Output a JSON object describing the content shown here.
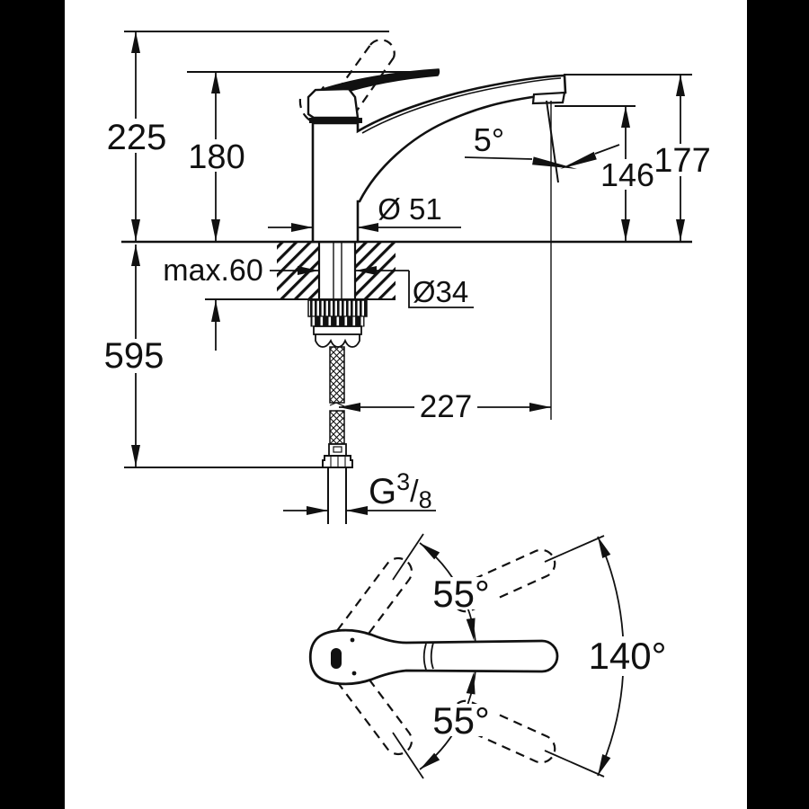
{
  "labels": {
    "height_overall": "225",
    "height_body": "180",
    "spout_angle": "5°",
    "height_outlet": "146",
    "height_spout_top": "177",
    "base_diameter": "Ø 51",
    "max_deck_thickness": "max.60",
    "shank_diameter": "Ø34",
    "length_below_deck": "595",
    "spout_reach": "227",
    "thread_g": "G",
    "thread_numerator": "3",
    "thread_slash": "/",
    "thread_denominator": "8",
    "swivel_upper": "55°",
    "swivel_lower": "55°",
    "swivel_total": "140°"
  },
  "colors": {
    "ink": "#111111",
    "background": "#ffffff",
    "pillarbox": "#000000"
  }
}
